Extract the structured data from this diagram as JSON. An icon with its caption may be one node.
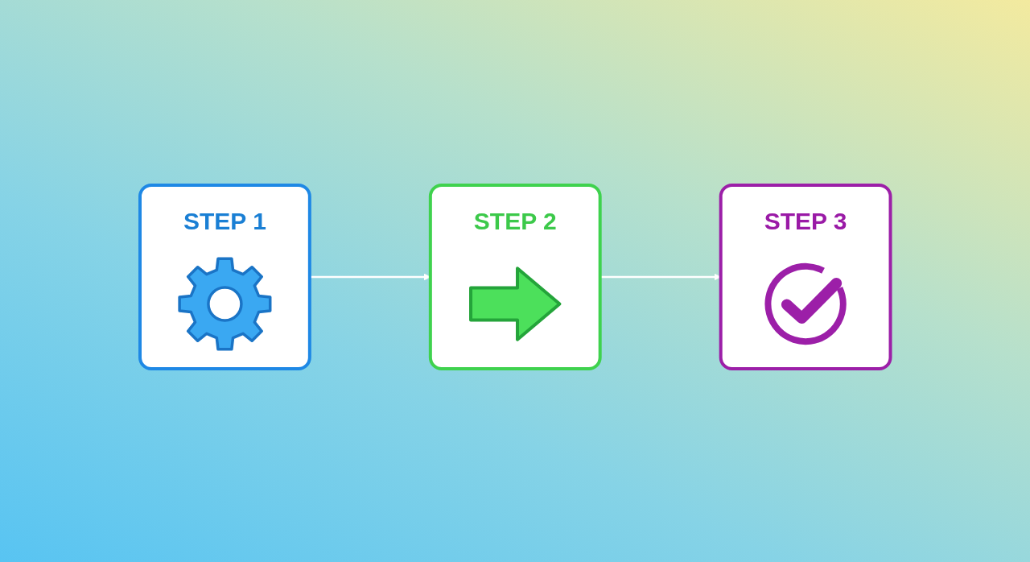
{
  "diagram": {
    "nodes": [
      {
        "text": [
          "STEP 1"
        ]
      },
      {
        "text": [
          "STEP 2"
        ]
      },
      {
        "text": [
          "STEP 3"
        ]
      }
    ],
    "edges": [
      {
        "from": 0,
        "to": 1,
        "arrow": "to"
      },
      {
        "from": 1,
        "to": 2,
        "arrow": "to"
      }
    ]
  }
}
